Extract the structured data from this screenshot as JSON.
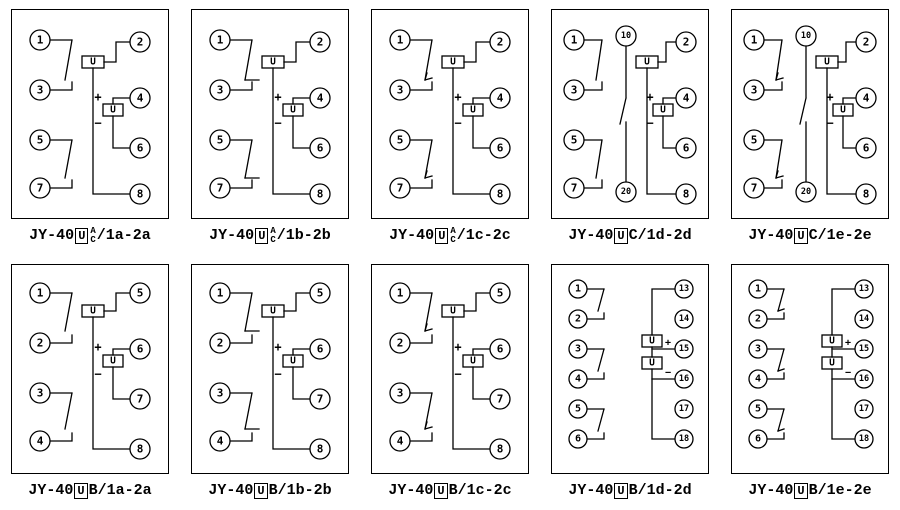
{
  "page": {
    "background": "#ffffff",
    "ink": "#000000"
  },
  "symbols": {
    "coil": "U",
    "plus": "+",
    "minus": "−"
  },
  "panels": [
    {
      "caption": {
        "prefix": "JY-40",
        "boxed": "U",
        "stack_top": "A",
        "stack_bottom": "C",
        "suffix": "/1a-2a"
      },
      "terminals": {
        "left": [
          "1",
          "3",
          "5",
          "7"
        ],
        "right": [
          "2",
          "4",
          "6",
          "8"
        ]
      }
    },
    {
      "caption": {
        "prefix": "JY-40",
        "boxed": "U",
        "stack_top": "A",
        "stack_bottom": "C",
        "suffix": "/1b-2b"
      },
      "terminals": {
        "left": [
          "1",
          "3",
          "5",
          "7"
        ],
        "right": [
          "2",
          "4",
          "6",
          "8"
        ]
      }
    },
    {
      "caption": {
        "prefix": "JY-40",
        "boxed": "U",
        "stack_top": "A",
        "stack_bottom": "C",
        "suffix": "/1c-2c"
      },
      "terminals": {
        "left": [
          "1",
          "3",
          "5",
          "7"
        ],
        "right": [
          "2",
          "4",
          "6",
          "8"
        ]
      }
    },
    {
      "caption": {
        "prefix": "JY-40",
        "boxed": "U",
        "variant": "C",
        "suffix": "/1d-2d"
      },
      "terminals": {
        "left": [
          "1",
          "3",
          "5",
          "7"
        ],
        "right": [
          "2",
          "4",
          "6",
          "8"
        ],
        "middle": [
          "10",
          "20"
        ]
      }
    },
    {
      "caption": {
        "prefix": "JY-40",
        "boxed": "U",
        "variant": "C",
        "suffix": "/1e-2e"
      },
      "terminals": {
        "left": [
          "1",
          "3",
          "5",
          "7"
        ],
        "right": [
          "2",
          "4",
          "6",
          "8"
        ],
        "middle": [
          "10",
          "20"
        ]
      }
    },
    {
      "caption": {
        "prefix": "JY-40",
        "boxed": "U",
        "variant": "B",
        "suffix": "/1a-2a"
      },
      "terminals": {
        "left": [
          "1",
          "2",
          "3",
          "4"
        ],
        "right": [
          "5",
          "6",
          "7",
          "8"
        ]
      }
    },
    {
      "caption": {
        "prefix": "JY-40",
        "boxed": "U",
        "variant": "B",
        "suffix": "/1b-2b"
      },
      "terminals": {
        "left": [
          "1",
          "2",
          "3",
          "4"
        ],
        "right": [
          "5",
          "6",
          "7",
          "8"
        ]
      }
    },
    {
      "caption": {
        "prefix": "JY-40",
        "boxed": "U",
        "variant": "B",
        "suffix": "/1c-2c"
      },
      "terminals": {
        "left": [
          "1",
          "2",
          "3",
          "4"
        ],
        "right": [
          "5",
          "6",
          "7",
          "8"
        ]
      }
    },
    {
      "caption": {
        "prefix": "JY-40",
        "boxed": "U",
        "variant": "B",
        "suffix": "/1d-2d"
      },
      "terminals": {
        "left": [
          "1",
          "2",
          "3",
          "4",
          "5",
          "6"
        ],
        "right": [
          "13",
          "14",
          "15",
          "16",
          "17",
          "18"
        ]
      }
    },
    {
      "caption": {
        "prefix": "JY-40",
        "boxed": "U",
        "variant": "B",
        "suffix": "/1e-2e"
      },
      "terminals": {
        "left": [
          "1",
          "2",
          "3",
          "4",
          "5",
          "6"
        ],
        "right": [
          "13",
          "14",
          "15",
          "16",
          "17",
          "18"
        ]
      }
    }
  ]
}
